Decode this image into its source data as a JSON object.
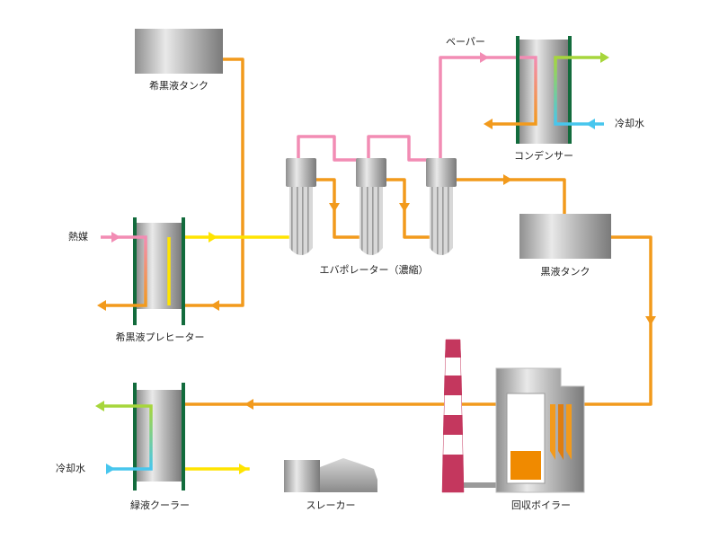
{
  "labels": {
    "dilute_tank": "希黒液タンク",
    "vapor": "ベーパー",
    "condenser": "コンデンサー",
    "cooling_water_top": "冷却水",
    "heat_medium": "熱媒",
    "evaporator": "エバポレーター（濃縮）",
    "black_tank": "黒液タンク",
    "preheater": "希黒液プレヒーター",
    "recovery_boiler": "回収ボイラー",
    "cooling_water_bottom": "冷却水",
    "green_cooler": "緑液クーラー",
    "slaker": "スレーカー"
  },
  "colors": {
    "hot_line": "#f29a1c",
    "warm_line": "#ffe400",
    "vapor_line": "#f28cb4",
    "cool_line": "#47c6ee",
    "green_line": "#a7d63b",
    "frame_green": "#126b3c",
    "stack_red": "#c4375e",
    "furnace_orange": "#f08a00"
  }
}
